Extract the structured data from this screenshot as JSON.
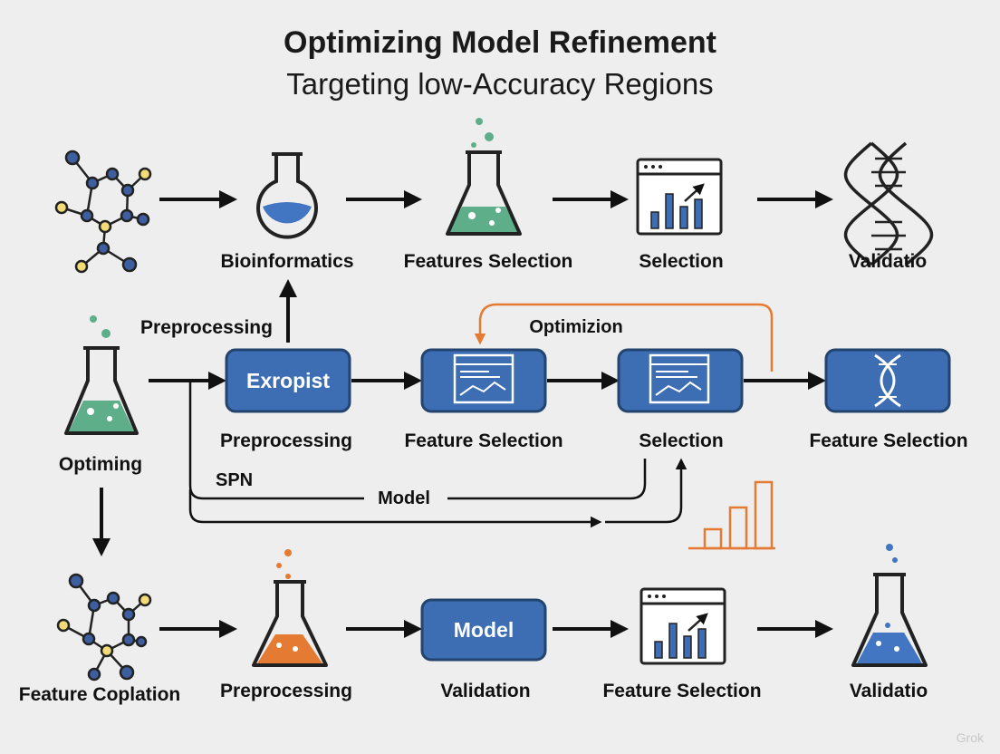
{
  "header": {
    "title": "Optimizing Model Refinement",
    "subtitle": "Targeting low-Accuracy Regions"
  },
  "row1": {
    "labels": [
      "Bioinformatics",
      "Features Selection",
      "Selection",
      "Validatio"
    ]
  },
  "row2": {
    "top_label": "Preprocessing",
    "loop_label": "Optimizion",
    "left_label": "Optiming",
    "box1_text": "Exropist",
    "labels": [
      "Preprocessing",
      "Feature Selection",
      "Selection",
      "Feature Selection"
    ],
    "branch_label": "SPN",
    "model_label": "Model"
  },
  "row3": {
    "labels": [
      "Feature Coplation",
      "Preprocessing",
      "Validation",
      "Feature Selection",
      "Validatio"
    ],
    "box_text": "Model"
  },
  "watermark": "Grok",
  "colors": {
    "box_blue": "#3d6db3",
    "box_border": "#23446f",
    "green_liquid": "#5fae8a",
    "blue_liquid": "#4275c2",
    "orange": "#e57a32",
    "node_yellow": "#f3dc78",
    "node_blue": "#3d5fa0",
    "arrow": "#111111"
  },
  "icons": [
    "molecule-icon",
    "flask-icon",
    "beaker-icon",
    "chart-window-icon",
    "dna-icon",
    "code-window-icon",
    "bar-chart-icon"
  ]
}
